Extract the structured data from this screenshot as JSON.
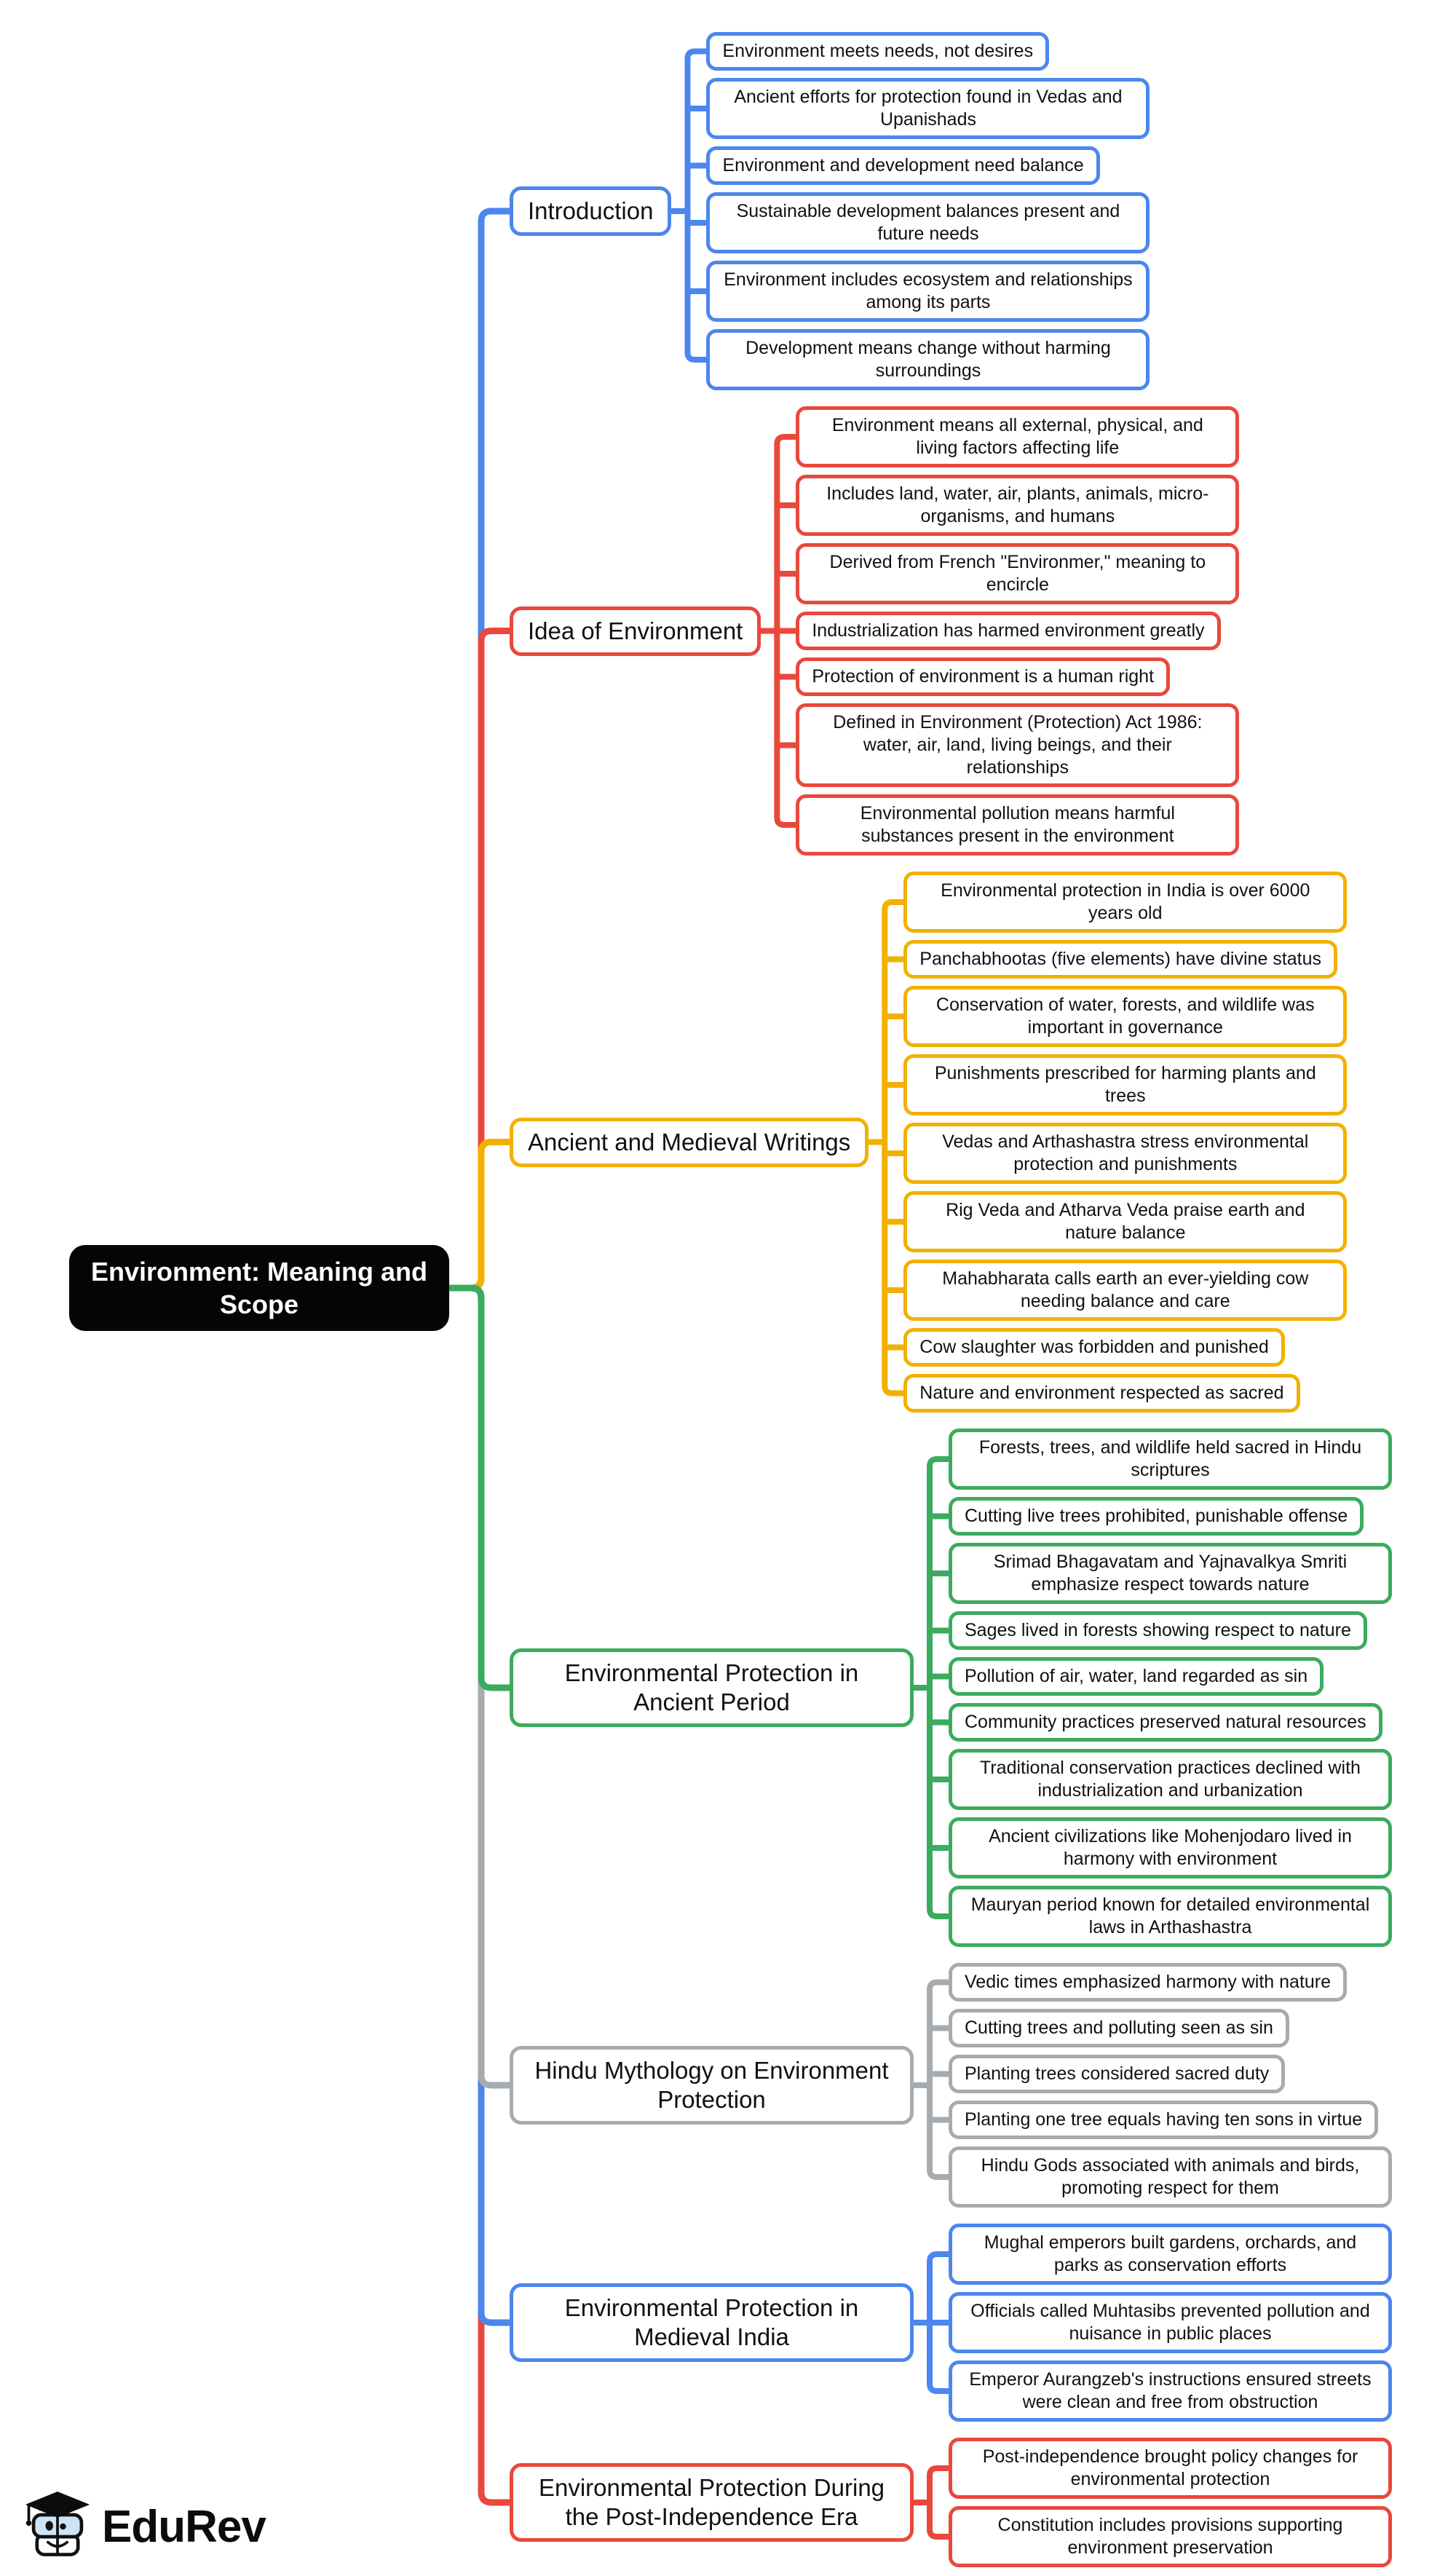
{
  "root": {
    "label": "Environment: Meaning and Scope"
  },
  "colors": {
    "blue": "#4c86ee",
    "red": "#e9483c",
    "yellow": "#f2b100",
    "green": "#3cab5d",
    "gray": "#a6abb0",
    "root_bg": "#050505",
    "root_text": "#ffffff"
  },
  "branches": [
    {
      "label": "Introduction",
      "color": "#4c86ee",
      "children": [
        "Environment meets needs, not desires",
        "Ancient efforts for protection found in Vedas and Upanishads",
        "Environment and development need balance",
        "Sustainable development balances present and future needs",
        "Environment includes ecosystem and relationships among its parts",
        "Development means change without harming surroundings"
      ]
    },
    {
      "label": "Idea of Environment",
      "color": "#e9483c",
      "children": [
        "Environment means all external, physical, and living factors affecting life",
        "Includes land, water, air, plants, animals, micro-organisms, and humans",
        "Derived from French \"Environmer,\" meaning to encircle",
        "Industrialization has harmed environment greatly",
        "Protection of environment is a human right",
        "Defined in Environment (Protection) Act 1986: water, air, land, living beings, and their relationships",
        "Environmental pollution means harmful substances present in the environment"
      ]
    },
    {
      "label": "Ancient and Medieval Writings",
      "color": "#f2b100",
      "children": [
        "Environmental protection in India is over 6000 years old",
        "Panchabhootas (five elements) have divine status",
        "Conservation of water, forests, and wildlife was important in governance",
        "Punishments prescribed for harming plants and trees",
        "Vedas and Arthashastra stress environmental protection and punishments",
        "Rig Veda and Atharva Veda praise earth and nature balance",
        "Mahabharata calls earth an ever-yielding cow needing balance and care",
        "Cow slaughter was forbidden and punished",
        "Nature and environment respected as sacred"
      ]
    },
    {
      "label": "Environmental Protection in Ancient Period",
      "color": "#3cab5d",
      "children": [
        "Forests, trees, and wildlife held sacred in Hindu scriptures",
        "Cutting live trees prohibited, punishable offense",
        "Srimad Bhagavatam and Yajnavalkya Smriti emphasize respect towards nature",
        "Sages lived in forests showing respect to nature",
        "Pollution of air, water, land regarded as sin",
        "Community practices preserved natural resources",
        "Traditional conservation practices declined with industrialization and urbanization",
        "Ancient civilizations like Mohenjodaro lived in harmony with environment",
        "Mauryan period known for detailed environmental laws in Arthashastra"
      ]
    },
    {
      "label": "Hindu Mythology on Environment Protection",
      "color": "#a6abb0",
      "children": [
        "Vedic times emphasized harmony with nature",
        "Cutting trees and polluting seen as sin",
        "Planting trees considered sacred duty",
        "Planting one tree equals having ten sons in virtue",
        "Hindu Gods associated with animals and birds, promoting respect for them"
      ]
    },
    {
      "label": "Environmental Protection in Medieval India",
      "color": "#4c86ee",
      "children": [
        "Mughal emperors built gardens, orchards, and parks as conservation efforts",
        "Officials called Muhtasibs prevented pollution and nuisance in public places",
        "Emperor Aurangzeb's instructions ensured streets were clean and free from obstruction"
      ]
    },
    {
      "label": "Environmental Protection During the Post-Independence Era",
      "color": "#e9483c",
      "children": [
        "Post-independence brought policy changes for environmental protection",
        "Constitution includes provisions supporting environment preservation"
      ]
    }
  ],
  "logo": {
    "text": "EduRev"
  }
}
